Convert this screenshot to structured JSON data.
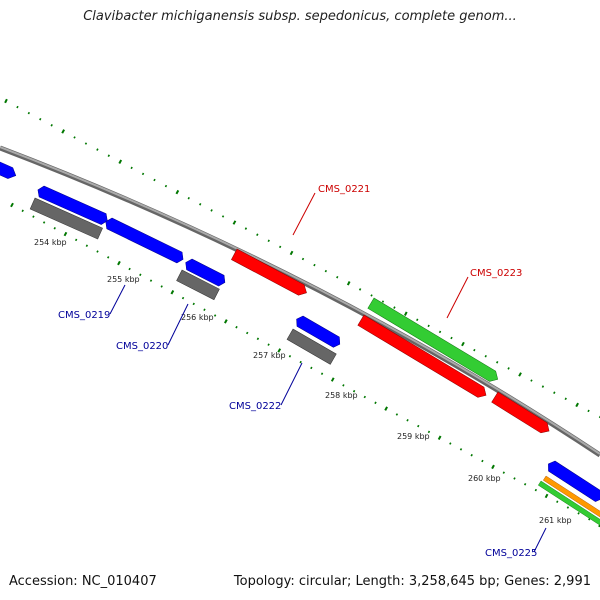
{
  "title": "Clavibacter michiganensis subsp. sepedonicus, complete genom...",
  "footer": {
    "accession": "Accession: NC_010407",
    "stats": "Topology: circular; Length: 3,258,645 bp; Genes: 2,991"
  },
  "colors": {
    "backbone": "#999999",
    "forward_cds": "#ff0000",
    "reverse_cds": "#0000ff",
    "rna_or_other": "#666666",
    "green_feature": "#33cc33",
    "orange_feature": "#ff9900",
    "tick_green": "#007700",
    "label_red": "#cc0000",
    "label_blue": "#000099"
  },
  "scale_labels": [
    "254 kbp",
    "255 kbp",
    "256 kbp",
    "257 kbp",
    "258 kbp",
    "259 kbp",
    "260 kbp",
    "261 kbp"
  ],
  "gene_labels": [
    {
      "text": "CMS_0221",
      "color": "red"
    },
    {
      "text": "CMS_0223",
      "color": "red"
    },
    {
      "text": "CMS_0219",
      "color": "blue"
    },
    {
      "text": "CMS_0220",
      "color": "blue"
    },
    {
      "text": "CMS_0222",
      "color": "blue"
    },
    {
      "text": "CMS_0225",
      "color": "blue"
    }
  ]
}
